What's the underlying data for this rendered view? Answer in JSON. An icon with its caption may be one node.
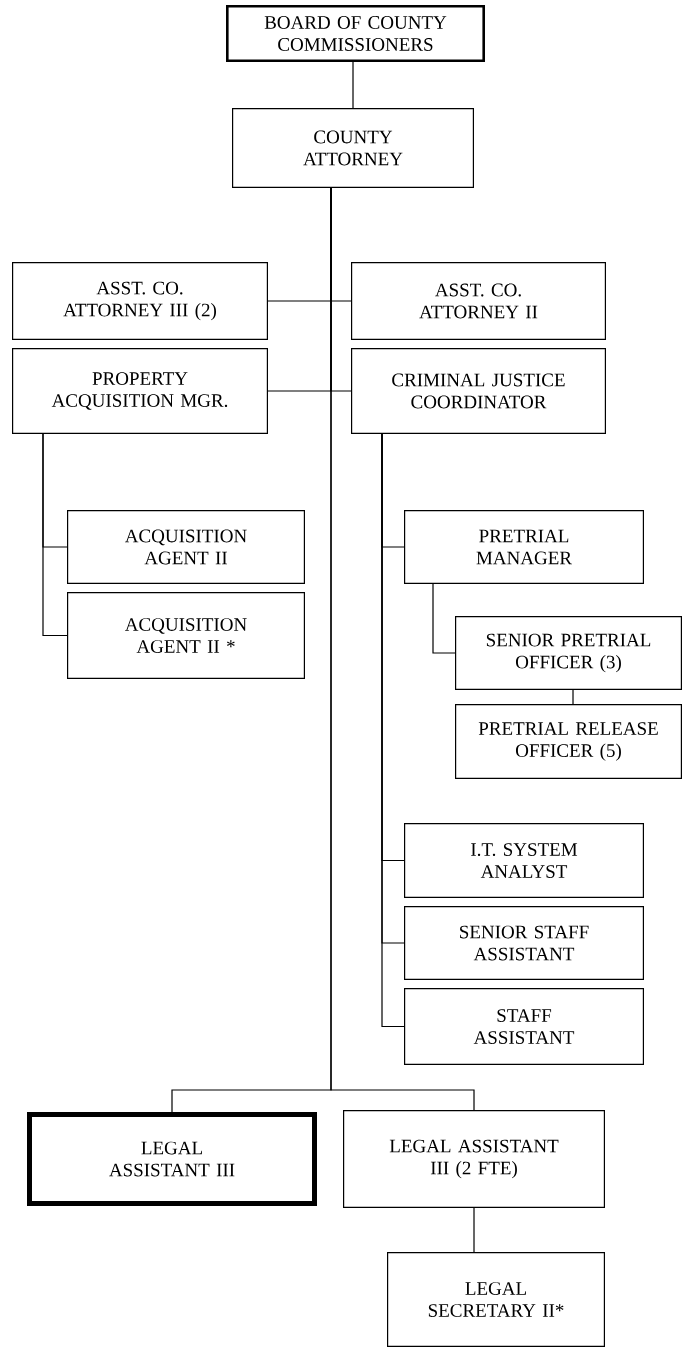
{
  "diagram": {
    "nodes": [
      {
        "text": [
          "BOARD OF COUNTY COMMISSIONERS"
        ]
      },
      {
        "text": [
          "COUNTY ATTORNEY"
        ]
      },
      {
        "text": [
          "ASST. CO. ATTORNEY III (2)"
        ]
      },
      {
        "text": [
          "ASST. CO. ATTORNEY II"
        ]
      },
      {
        "text": [
          "PROPERTY ACQUISITION MGR."
        ]
      },
      {
        "text": [
          "CRIMINAL JUSTICE COORDINATOR"
        ]
      },
      {
        "text": [
          "ACQUISITION AGENT II"
        ]
      },
      {
        "text": [
          "ACQUISITION AGENT II *"
        ]
      },
      {
        "text": [
          "PRETRIAL MANAGER"
        ]
      },
      {
        "text": [
          "SENIOR PRETRIAL OFFICER (3)"
        ]
      },
      {
        "text": [
          "PRETRIAL RELEASE OFFICER (5)"
        ]
      },
      {
        "text": [
          "I.T. SYSTEM ANALYST"
        ]
      },
      {
        "text": [
          "SENIOR STAFF ASSISTANT"
        ]
      },
      {
        "text": [
          "STAFF ASSISTANT"
        ]
      },
      {
        "text": [
          "LEGAL ASSISTANT III"
        ]
      },
      {
        "text": [
          "LEGAL ASSISTANT III (2 FTE)"
        ]
      },
      {
        "text": [
          "LEGAL SECRETARY II*"
        ]
      }
    ],
    "edges": [
      {
        "from": 0,
        "to": 1,
        "arrow": "none"
      },
      {
        "from": 1,
        "to": 2,
        "arrow": "none"
      },
      {
        "from": 1,
        "to": 3,
        "arrow": "none"
      },
      {
        "from": 1,
        "to": 4,
        "arrow": "none"
      },
      {
        "from": 1,
        "to": 5,
        "arrow": "none"
      },
      {
        "from": 4,
        "to": 6,
        "arrow": "none"
      },
      {
        "from": 4,
        "to": 7,
        "arrow": "none"
      },
      {
        "from": 5,
        "to": 8,
        "arrow": "none"
      },
      {
        "from": 8,
        "to": 9,
        "arrow": "none"
      },
      {
        "from": 9,
        "to": 10,
        "arrow": "none"
      },
      {
        "from": 5,
        "to": 11,
        "arrow": "none"
      },
      {
        "from": 5,
        "to": 12,
        "arrow": "none"
      },
      {
        "from": 5,
        "to": 13,
        "arrow": "none"
      },
      {
        "from": 1,
        "to": 14,
        "arrow": "none"
      },
      {
        "from": 1,
        "to": 15,
        "arrow": "none"
      },
      {
        "from": 15,
        "to": 16,
        "arrow": "none"
      }
    ]
  }
}
